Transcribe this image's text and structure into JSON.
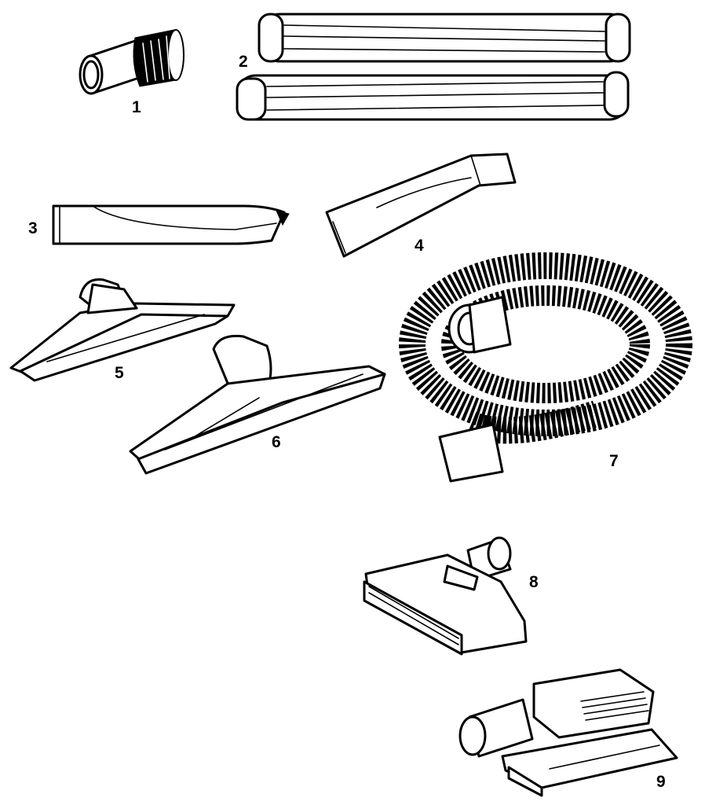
{
  "parts": [
    {
      "id": "part-1",
      "label": "1",
      "icon": "round-dust-brush-icon"
    },
    {
      "id": "part-2",
      "label": "2",
      "icon": "extension-wands-icon"
    },
    {
      "id": "part-3",
      "label": "3",
      "icon": "crevice-tool-icon"
    },
    {
      "id": "part-4",
      "label": "4",
      "icon": "utility-nozzle-icon"
    },
    {
      "id": "part-5",
      "label": "5",
      "icon": "floor-squeegee-icon"
    },
    {
      "id": "part-6",
      "label": "6",
      "icon": "wide-floor-squeegee-icon"
    },
    {
      "id": "part-7",
      "label": "7",
      "icon": "coiled-hose-icon"
    },
    {
      "id": "part-8",
      "label": "8",
      "icon": "carpet-nozzle-icon"
    },
    {
      "id": "part-9",
      "label": "9",
      "icon": "sander-adapter-icon"
    }
  ],
  "colors": {
    "ink": "#000000",
    "paper": "#ffffff"
  }
}
